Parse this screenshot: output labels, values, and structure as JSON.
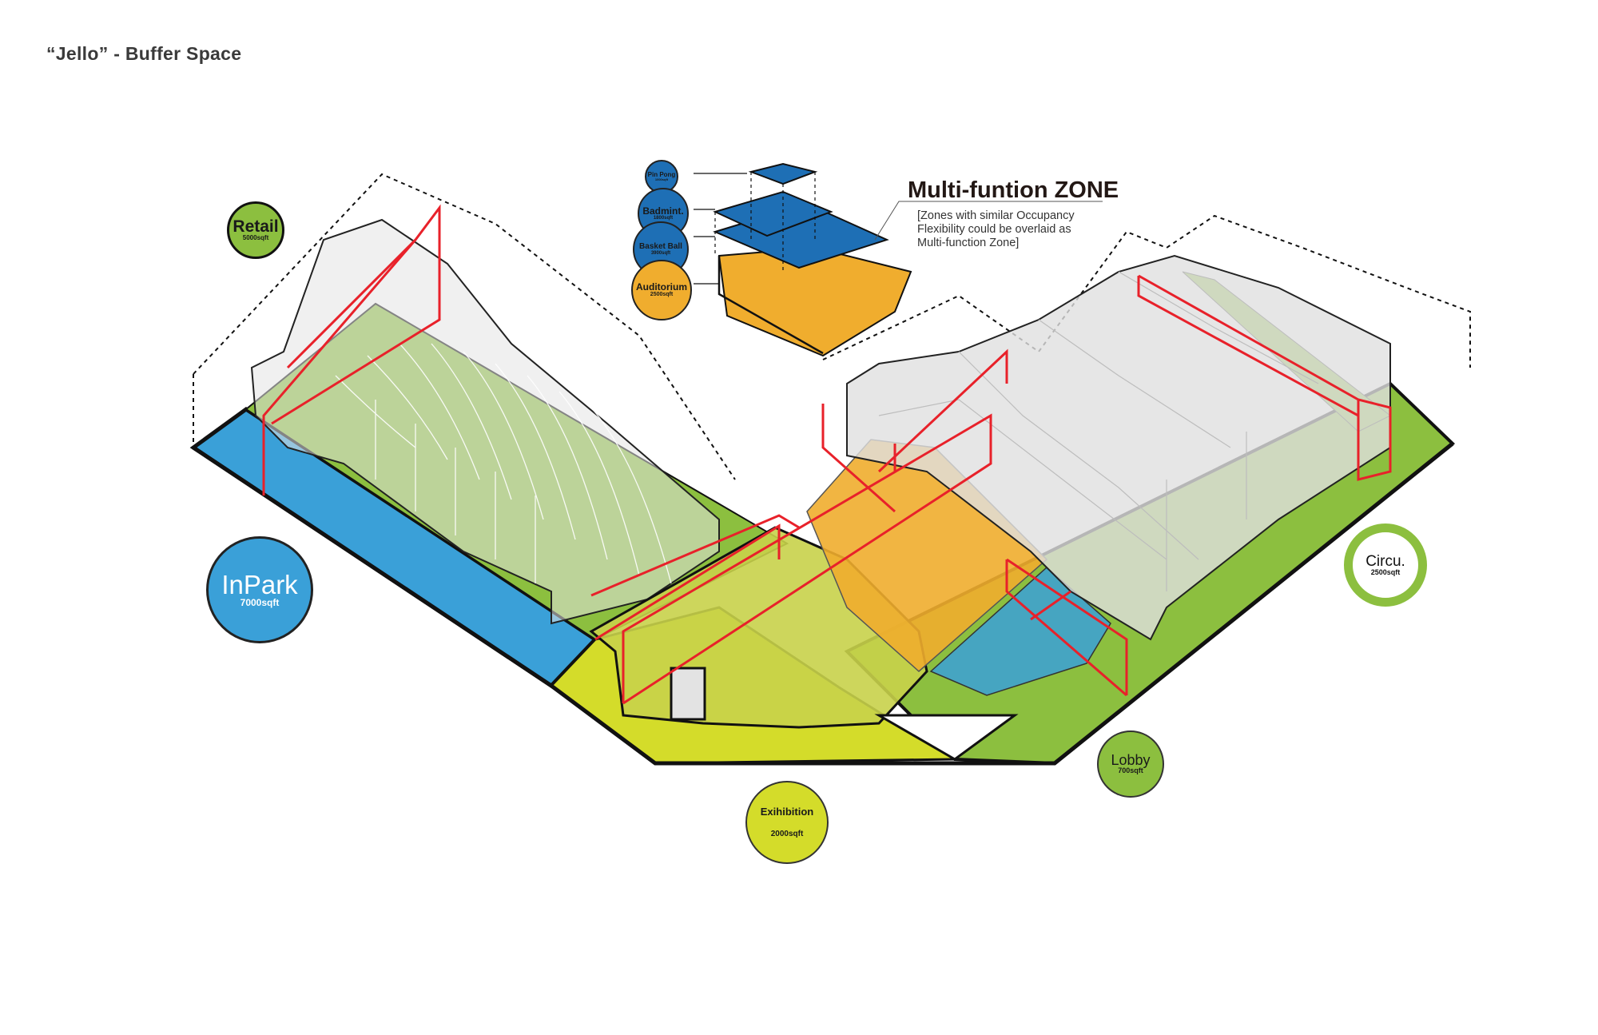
{
  "title": "“Jello” - Buffer Space",
  "zones": {
    "retail": {
      "name": "Retail",
      "area": "5000sqft"
    },
    "inpark": {
      "name": "InPark",
      "area": "7000sqft"
    },
    "circu": {
      "name": "Circu.",
      "area": "2500sqft"
    },
    "lobby": {
      "name": "Lobby",
      "area": "700sqft"
    },
    "exhibition": {
      "name": "Exihibition",
      "area": "2000sqft"
    }
  },
  "multi_function": {
    "heading": "Multi-funtion ZONE",
    "note_lines": [
      "[Zones with similar Occupancy",
      "Flexibility could be overlaid as",
      "Multi-function Zone]"
    ],
    "stack": {
      "pingpong": {
        "name": "Pin Pong",
        "area": "1000sqft"
      },
      "badminton": {
        "name": "Badmint.",
        "area": "1800sqft"
      },
      "basketball": {
        "name": "Basket Ball",
        "area": "3900sqft"
      },
      "auditorium": {
        "name": "Auditorium",
        "area": "2500sqft"
      }
    }
  },
  "colors": {
    "park_blue": "#3aa0d8",
    "zone_green": "#8cbf3f",
    "exhibit_yellow": "#d4dc2a",
    "auditorium_orange": "#f0ad2e",
    "sport_blue": "#1e6fb5",
    "volume_grey": "#e3e3e3",
    "red_line": "#e8212a"
  }
}
